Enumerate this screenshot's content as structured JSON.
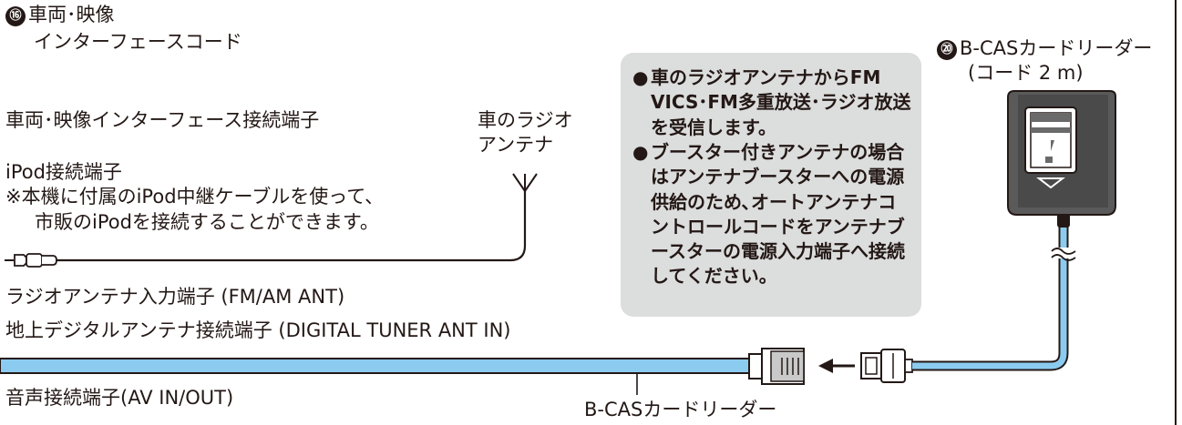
{
  "colors": {
    "cable_blue": "#8ccbf0",
    "cable_outline": "#231815",
    "note_bg": "#dcdddd",
    "text": "#231815"
  },
  "labels": {
    "badge_16": "⑯",
    "vehicle_video_line1": "車両･映像",
    "vehicle_video_line2": "インターフェースコード",
    "vehicle_interface_terminal": "車両･映像インターフェース接続端子",
    "car_radio_antenna_line1": "車のラジオ",
    "car_radio_antenna_line2": "アンテナ",
    "ipod_terminal": "iPod接続端子",
    "ipod_note_line1": "※本機に付属のiPod中継ケーブルを使って、",
    "ipod_note_line2": "市販のiPodを接続することができます。",
    "radio_antenna_input": "ラジオアンテナ入力端子 (FM/AM ANT)",
    "digital_antenna_terminal": "地上デジタルアンテナ接続端子 (DIGITAL TUNER ANT IN)",
    "audio_terminal": "音声接続端子(AV IN/OUT)",
    "bcas_connector_label": "B-CASカードリーダー",
    "badge_20": "⑳",
    "bcas_reader_title": "B-CASカードリーダー",
    "bcas_cord_length": "(コード 2 m)"
  },
  "note": {
    "bullet": "●",
    "item1": "車のラジオアンテナからFM VICS･FM多重放送･ラジオ放送を受信します。",
    "item2": "ブースター付きアンテナの場合はアンテナブースターへの電源供給のため､オートアンテナコントロールコードをアンテナブースターの電源入力端子へ接続してください。"
  }
}
